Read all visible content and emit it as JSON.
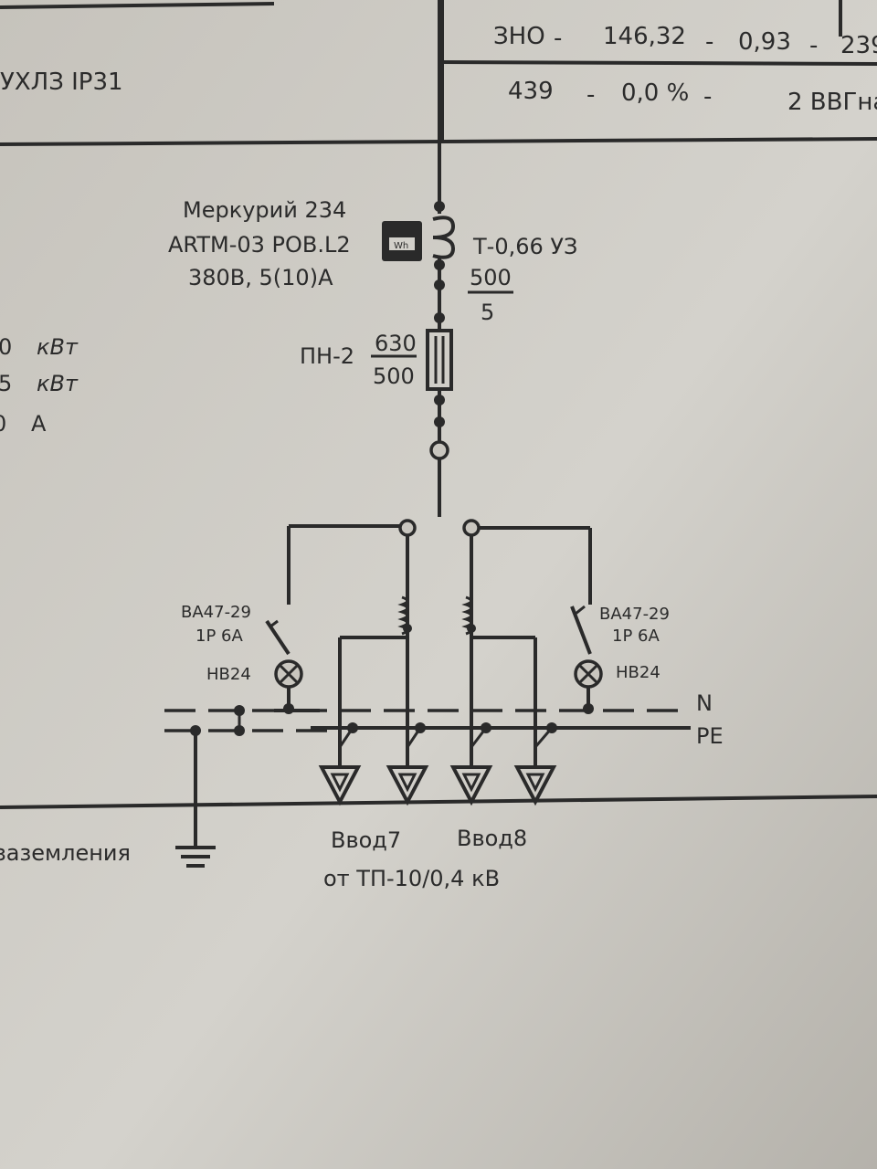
{
  "table": {
    "row1": {
      "a": "ЗНО",
      "b": "146,32",
      "c": "0,93",
      "d": "239"
    },
    "row2": {
      "a": "439",
      "b": "0,0 %",
      "c": "2 ВВГна"
    },
    "dash": "-",
    "left_text": "УХЛЗ IP31"
  },
  "left_values": [
    {
      "num": "0",
      "unit": "кВт"
    },
    {
      "num": "5",
      "unit": "кВт"
    },
    {
      "num": "0",
      "unit": "А"
    }
  ],
  "meter": {
    "line1": "Меркурий 234",
    "line2": "ARTM-03 POB.L2",
    "line3": "380B, 5(10)A",
    "icon_text": "Wh"
  },
  "transformer": {
    "name": "Т-0,66 УЗ",
    "ratio_top": "500",
    "ratio_bottom": "5"
  },
  "fuse": {
    "name": "ПН-2",
    "ratio_top": "630",
    "ratio_bottom": "500"
  },
  "breaker_left": {
    "line1": "BA47-29",
    "line2": "1P 6A",
    "lamp": "HB24"
  },
  "breaker_right": {
    "line1": "BA47-29",
    "line2": "1P 6A",
    "lamp": "HB24"
  },
  "bus_labels": {
    "n": "N",
    "pe": "PE"
  },
  "ground_label": "заземления",
  "inputs": {
    "input1": "Ввод7",
    "input2": "Ввод8",
    "source": "от ТП-10/0,4 кВ"
  }
}
